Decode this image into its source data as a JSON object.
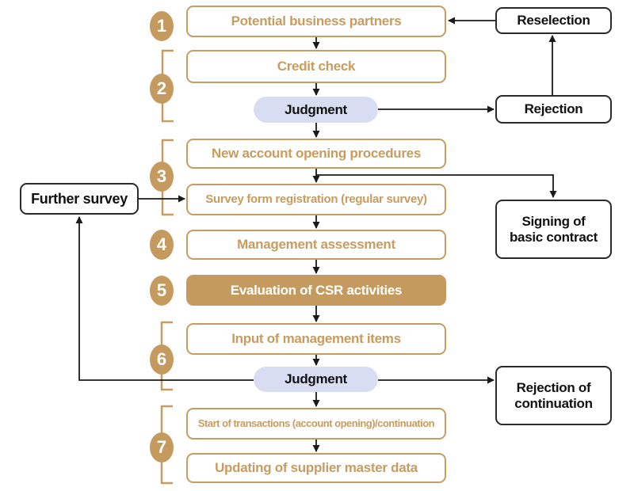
{
  "diagram_type": "flowchart",
  "colors": {
    "accent": "#C79C60",
    "accent_fill": "#C49A5E",
    "judgment_fill": "#D9DDF1",
    "line": "#1A1A1A",
    "background": "#FFFFFF"
  },
  "step_numbers": [
    "1",
    "2",
    "3",
    "4",
    "5",
    "6",
    "7"
  ],
  "nodes": {
    "potential_partners": "Potential business partners",
    "credit_check": "Credit check",
    "judgment_1": "Judgment",
    "new_account": "New account opening procedures",
    "survey_form": "Survey form registration (regular survey)",
    "management_assessment": "Management assessment",
    "csr_evaluation": "Evaluation of CSR activities",
    "input_management": "Input of management items",
    "judgment_2": "Judgment",
    "start_transactions": "Start of transactions (account opening)/continuation",
    "updating_master": "Updating of supplier master data",
    "reselection": "Reselection",
    "rejection": "Rejection",
    "further_survey": "Further survey",
    "signing_contract": "Signing of\nbasic contract",
    "rejection_continuation": "Rejection of\ncontinuation"
  }
}
